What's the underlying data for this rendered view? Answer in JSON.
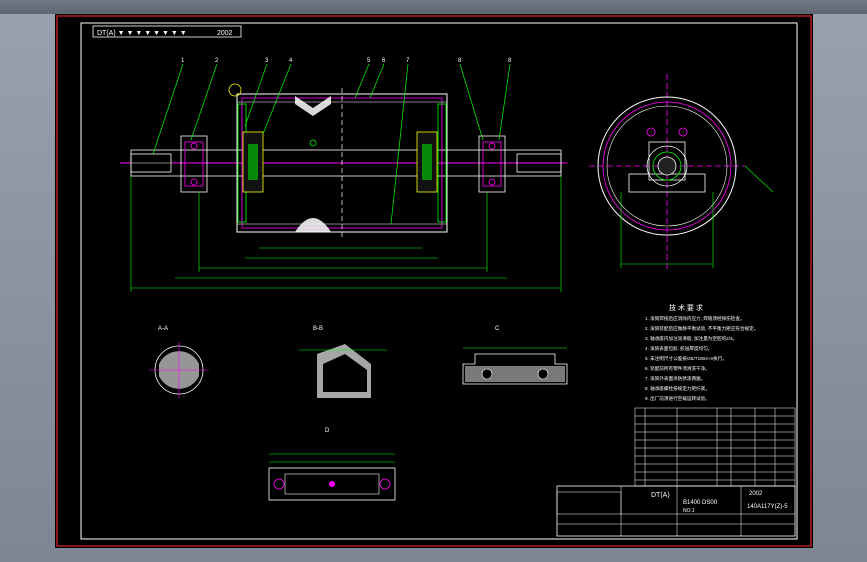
{
  "title_block": {
    "top_left_code": "DT(A) ▼ ▼ ▼ ▼ ▼ ▼ ▼ ▼",
    "top_left_year": "2002",
    "drawing_code": "DT(A)",
    "part_number_1": "B1400 DS00",
    "part_number_2": "NO.1",
    "drawing_title": "140A117Y(Z)-5",
    "year": "2002"
  },
  "callouts": [
    "1",
    "2",
    "3",
    "4",
    "5",
    "6",
    "7",
    "8",
    "8"
  ],
  "section_labels": {
    "section_a": "A-A",
    "section_b": "B-B",
    "section_c": "C",
    "section_d": "D"
  },
  "notes": {
    "heading": "技 术 要 求",
    "items": [
      "1. 滚筒焊接后应消除内应力, 焊缝须经探伤检查。",
      "2. 滚筒装配后应做静平衡试验, 不平衡力矩应符合规定。",
      "3. 轴承座内加注润滑脂, 加注量为空腔的2/3。",
      "4. 滚筒表面包胶, 胶层厚度均匀。",
      "5. 未注明尺寸公差按GB/T1804-m执行。",
      "6. 装配前所有零件须清洗干净。",
      "7. 滚筒外表面涂防锈漆两遍。",
      "8. 轴承座螺栓按规定力矩拧紧。",
      "9. 出厂前须进行空载运转试验。"
    ]
  }
}
